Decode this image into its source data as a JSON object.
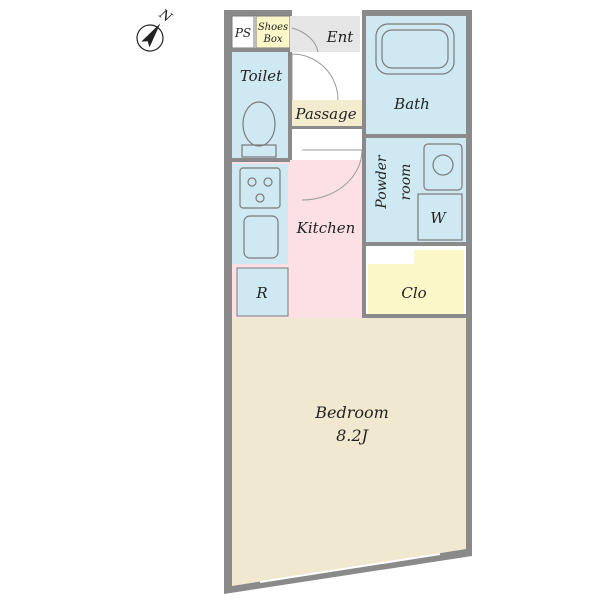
{
  "compass": {
    "label": "N"
  },
  "rooms": {
    "ps": "PS",
    "shoes_line1": "Shoes",
    "shoes_line2": "Box",
    "entrance": "Ent",
    "toilet": "Toilet",
    "passage": "Passage",
    "bath": "Bath",
    "powder_line1": "Powder",
    "powder_line2": "room",
    "washer": "W",
    "kitchen": "Kitchen",
    "refrigerator": "R",
    "closet": "Clo",
    "bedroom": "Bedroom",
    "bedroom_size": "8.2J"
  },
  "colors": {
    "wet_area": "#cfe9f3",
    "bedroom": "#f0e8cf",
    "kitchen": "#fbe1e6",
    "closet": "#fbf7c8",
    "passage": "#f3eccf",
    "wall": "#8a8a8a"
  }
}
